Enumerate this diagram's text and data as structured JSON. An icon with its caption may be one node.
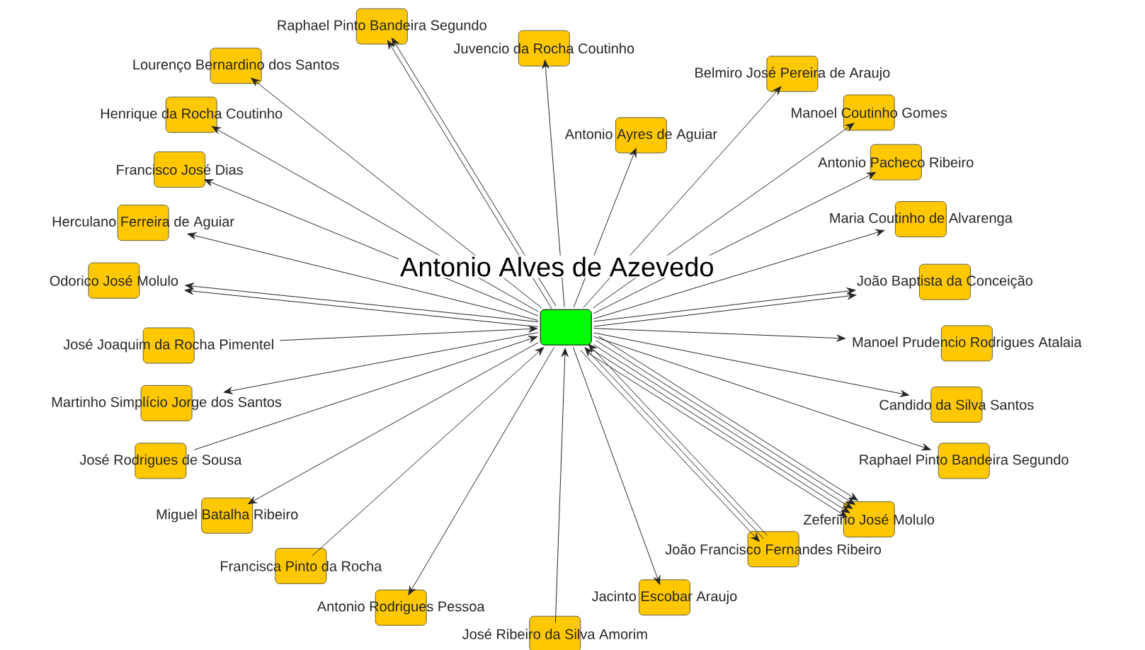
{
  "diagram": {
    "nodes": [
      {
        "text": [
          "Antonio Alves de Azevedo"
        ]
      },
      {
        "text": [
          "Raphael Pinto Bandeira Segundo"
        ]
      },
      {
        "text": [
          "Juvencio da Rocha Coutinho"
        ]
      },
      {
        "text": [
          "Lourenço Bernardino dos Santos"
        ]
      },
      {
        "text": [
          "Belmiro José Pereira de Araujo"
        ]
      },
      {
        "text": [
          "Manoel Coutinho Gomes"
        ]
      },
      {
        "text": [
          "Henrique da Rocha Coutinho"
        ]
      },
      {
        "text": [
          "Antonio Ayres de Aguiar"
        ]
      },
      {
        "text": [
          "Antonio Pacheco Ribeiro"
        ]
      },
      {
        "text": [
          "Francisco José Dias"
        ]
      },
      {
        "text": [
          "Maria Coutinho de Alvarenga"
        ]
      },
      {
        "text": [
          "Herculano Ferreira de Aguiar"
        ]
      },
      {
        "text": [
          "Odorico José Molulo"
        ]
      },
      {
        "text": [
          "João Baptista da Conceição"
        ]
      },
      {
        "text": [
          "José Joaquim da Rocha Pimentel"
        ]
      },
      {
        "text": [
          "Manoel Prudencio Rodrigues Atalaia"
        ]
      },
      {
        "text": [
          "Candido da Silva Santos"
        ]
      },
      {
        "text": [
          "Martinho Simplício Jorge dos Santos"
        ]
      },
      {
        "text": [
          "José Rodrigues de Sousa"
        ]
      },
      {
        "text": [
          "Raphael Pinto Bandeira Segundo"
        ]
      },
      {
        "text": [
          "Zeferino José Molulo"
        ]
      },
      {
        "text": [
          "Miguel Batalha Ribeiro"
        ]
      },
      {
        "text": [
          "João Francisco Fernandes Ribeiro"
        ]
      },
      {
        "text": [
          "Francisca Pinto da Rocha"
        ]
      },
      {
        "text": [
          "Jacinto Escobar Araujo"
        ]
      },
      {
        "text": [
          "Antonio Rodrigues Pessoa"
        ]
      },
      {
        "text": [
          "José Ribeiro da Silva Amorim"
        ]
      }
    ],
    "edges": [
      {
        "from": 0,
        "to": 1,
        "arrow": "to"
      },
      {
        "from": 0,
        "to": 1,
        "arrow": "to"
      },
      {
        "from": 0,
        "to": 2,
        "arrow": "to"
      },
      {
        "from": 0,
        "to": 3,
        "arrow": "to"
      },
      {
        "from": 0,
        "to": 4,
        "arrow": "to"
      },
      {
        "from": 0,
        "to": 5,
        "arrow": "to"
      },
      {
        "from": 0,
        "to": 6,
        "arrow": "to"
      },
      {
        "from": 0,
        "to": 7,
        "arrow": "to"
      },
      {
        "from": 0,
        "to": 8,
        "arrow": "to"
      },
      {
        "from": 0,
        "to": 9,
        "arrow": "to"
      },
      {
        "from": 0,
        "to": 10,
        "arrow": "to"
      },
      {
        "from": 0,
        "to": 11,
        "arrow": "to"
      },
      {
        "from": 0,
        "to": 12,
        "arrow": "to"
      },
      {
        "from": 0,
        "to": 12,
        "arrow": "to"
      },
      {
        "from": 0,
        "to": 13,
        "arrow": "to"
      },
      {
        "from": 0,
        "to": 13,
        "arrow": "to"
      },
      {
        "from": 14,
        "to": 0,
        "arrow": "to"
      },
      {
        "from": 0,
        "to": 15,
        "arrow": "to"
      },
      {
        "from": 0,
        "to": 16,
        "arrow": "to"
      },
      {
        "from": 0,
        "to": 17,
        "arrow": "to"
      },
      {
        "from": 18,
        "to": 0,
        "arrow": "to"
      },
      {
        "from": 0,
        "to": 19,
        "arrow": "to"
      },
      {
        "from": 0,
        "to": 20,
        "arrow": "to"
      },
      {
        "from": 0,
        "to": 20,
        "arrow": "to"
      },
      {
        "from": 0,
        "to": 20,
        "arrow": "to"
      },
      {
        "from": 0,
        "to": 20,
        "arrow": "to"
      },
      {
        "from": 0,
        "to": 20,
        "arrow": "to"
      },
      {
        "from": 0,
        "to": 21,
        "arrow": "to"
      },
      {
        "from": 0,
        "to": 22,
        "arrow": "to"
      },
      {
        "from": 22,
        "to": 0,
        "arrow": "to"
      },
      {
        "from": 22,
        "to": 0,
        "arrow": "to"
      },
      {
        "from": 23,
        "to": 0,
        "arrow": "to"
      },
      {
        "from": 0,
        "to": 24,
        "arrow": "to"
      },
      {
        "from": 0,
        "to": 25,
        "arrow": "to"
      },
      {
        "from": 26,
        "to": 0,
        "arrow": "to"
      }
    ]
  }
}
